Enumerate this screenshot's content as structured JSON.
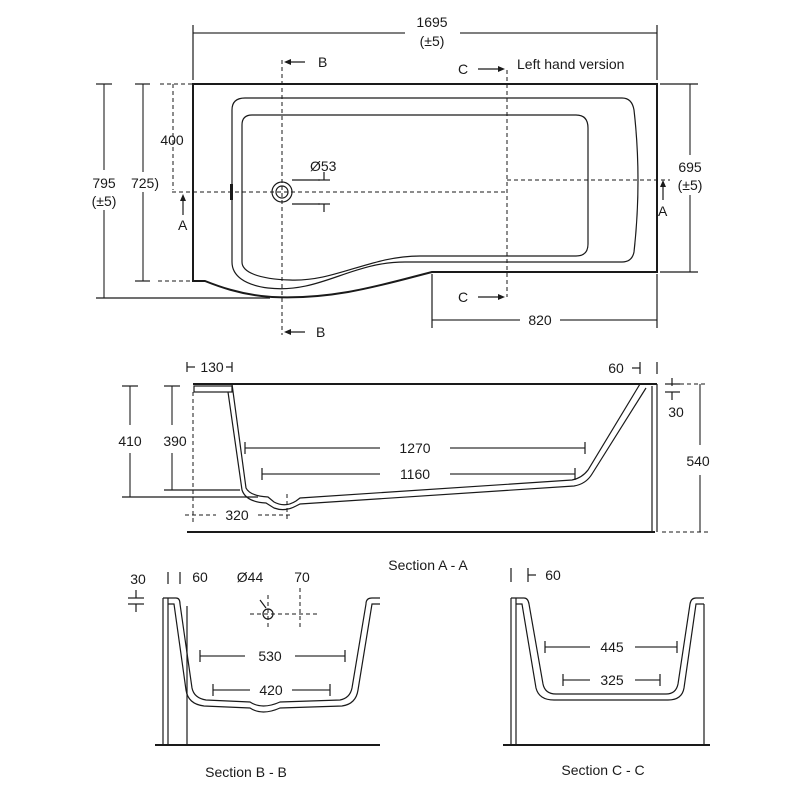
{
  "plan": {
    "title": "Left hand version",
    "length": "1695",
    "length_tol": "(±5)",
    "width_total": "795",
    "width_total_tol": "(±5)",
    "width_inner": "725)",
    "waste_offset": "400",
    "width_right": "695",
    "width_right_tol": "(±5)",
    "shower_end": "820",
    "waste_dia": "Ø53",
    "section_a": "A",
    "section_b": "B",
    "section_c": "C"
  },
  "section_aa": {
    "title": "Section A - A",
    "rim_left": "130",
    "rim_right": "60",
    "rim_thickness": "30",
    "depth_outer": "410",
    "depth_inner": "390",
    "height": "540",
    "length_top": "1270",
    "length_bottom": "1160",
    "waste_pos": "320"
  },
  "section_bb": {
    "title": "Section B - B",
    "rim_thickness": "30",
    "rim": "60",
    "waste_dia": "Ø44",
    "waste_offset": "70",
    "width_top": "530",
    "width_bottom": "420"
  },
  "section_cc": {
    "title": "Section C - C",
    "rim": "60",
    "width_top": "445",
    "width_bottom": "325"
  }
}
